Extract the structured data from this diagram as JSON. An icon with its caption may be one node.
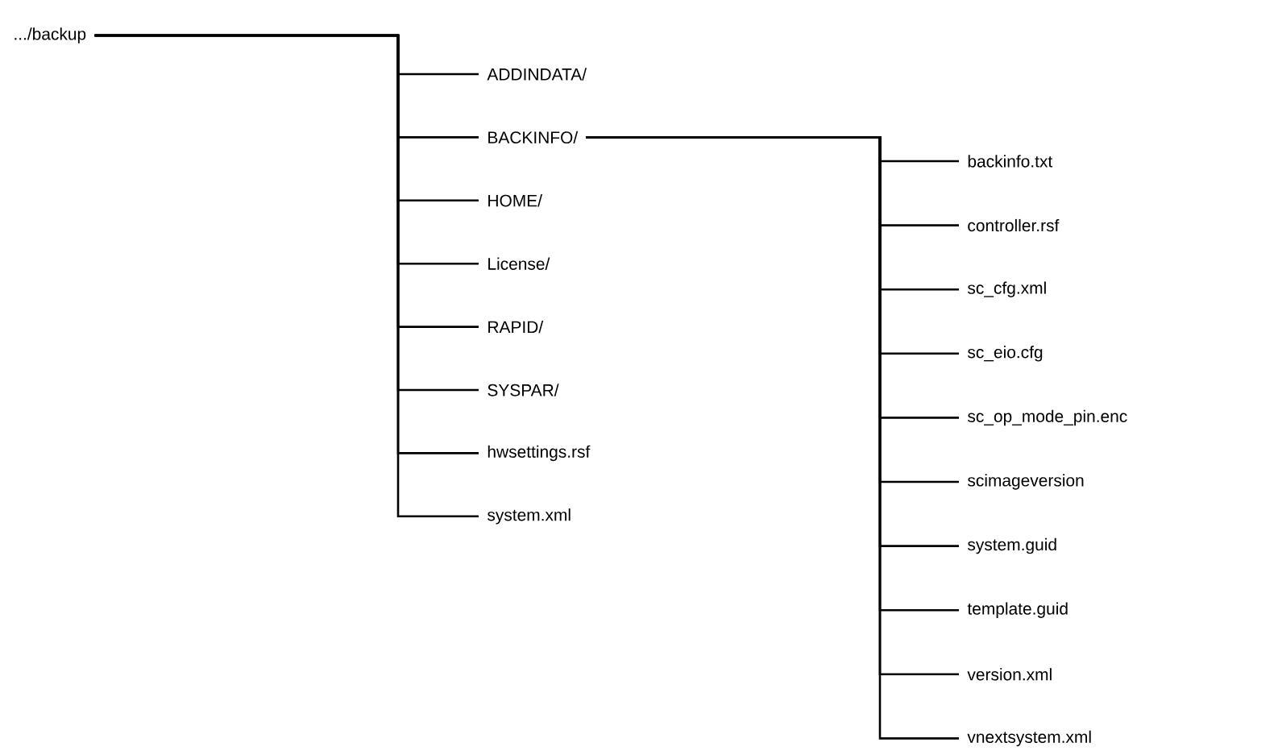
{
  "diagram": {
    "nodes": [
      {
        "text": [
          ".../backup"
        ]
      },
      {
        "text": [
          "ADDINDATA/"
        ]
      },
      {
        "text": [
          "BACKINFO/"
        ]
      },
      {
        "text": [
          "HOME/"
        ]
      },
      {
        "text": [
          "License/"
        ]
      },
      {
        "text": [
          "RAPID/"
        ]
      },
      {
        "text": [
          "SYSPAR/"
        ]
      },
      {
        "text": [
          "hwsettings.rsf"
        ]
      },
      {
        "text": [
          "system.xml"
        ]
      },
      {
        "text": [
          "backinfo.txt"
        ]
      },
      {
        "text": [
          "controller.rsf"
        ]
      },
      {
        "text": [
          "sc_cfg.xml"
        ]
      },
      {
        "text": [
          "sc_eio.cfg"
        ]
      },
      {
        "text": [
          "sc_op_mode_pin.enc"
        ]
      },
      {
        "text": [
          "scimageversion"
        ]
      },
      {
        "text": [
          "system.guid"
        ]
      },
      {
        "text": [
          "template.guid"
        ]
      },
      {
        "text": [
          "version.xml"
        ]
      },
      {
        "text": [
          "vnextsystem.xml"
        ]
      }
    ],
    "edges": [
      {
        "from": 0,
        "to": 1,
        "arrow": "none"
      },
      {
        "from": 0,
        "to": 2,
        "arrow": "none"
      },
      {
        "from": 0,
        "to": 3,
        "arrow": "none"
      },
      {
        "from": 0,
        "to": 4,
        "arrow": "none"
      },
      {
        "from": 0,
        "to": 5,
        "arrow": "none"
      },
      {
        "from": 0,
        "to": 6,
        "arrow": "none"
      },
      {
        "from": 0,
        "to": 7,
        "arrow": "none"
      },
      {
        "from": 0,
        "to": 8,
        "arrow": "none"
      },
      {
        "from": 2,
        "to": 9,
        "arrow": "none"
      },
      {
        "from": 2,
        "to": 10,
        "arrow": "none"
      },
      {
        "from": 2,
        "to": 11,
        "arrow": "none"
      },
      {
        "from": 2,
        "to": 12,
        "arrow": "none"
      },
      {
        "from": 2,
        "to": 13,
        "arrow": "none"
      },
      {
        "from": 2,
        "to": 14,
        "arrow": "none"
      },
      {
        "from": 2,
        "to": 15,
        "arrow": "none"
      },
      {
        "from": 2,
        "to": 16,
        "arrow": "none"
      },
      {
        "from": 2,
        "to": 17,
        "arrow": "none"
      },
      {
        "from": 2,
        "to": 18,
        "arrow": "none"
      }
    ]
  }
}
